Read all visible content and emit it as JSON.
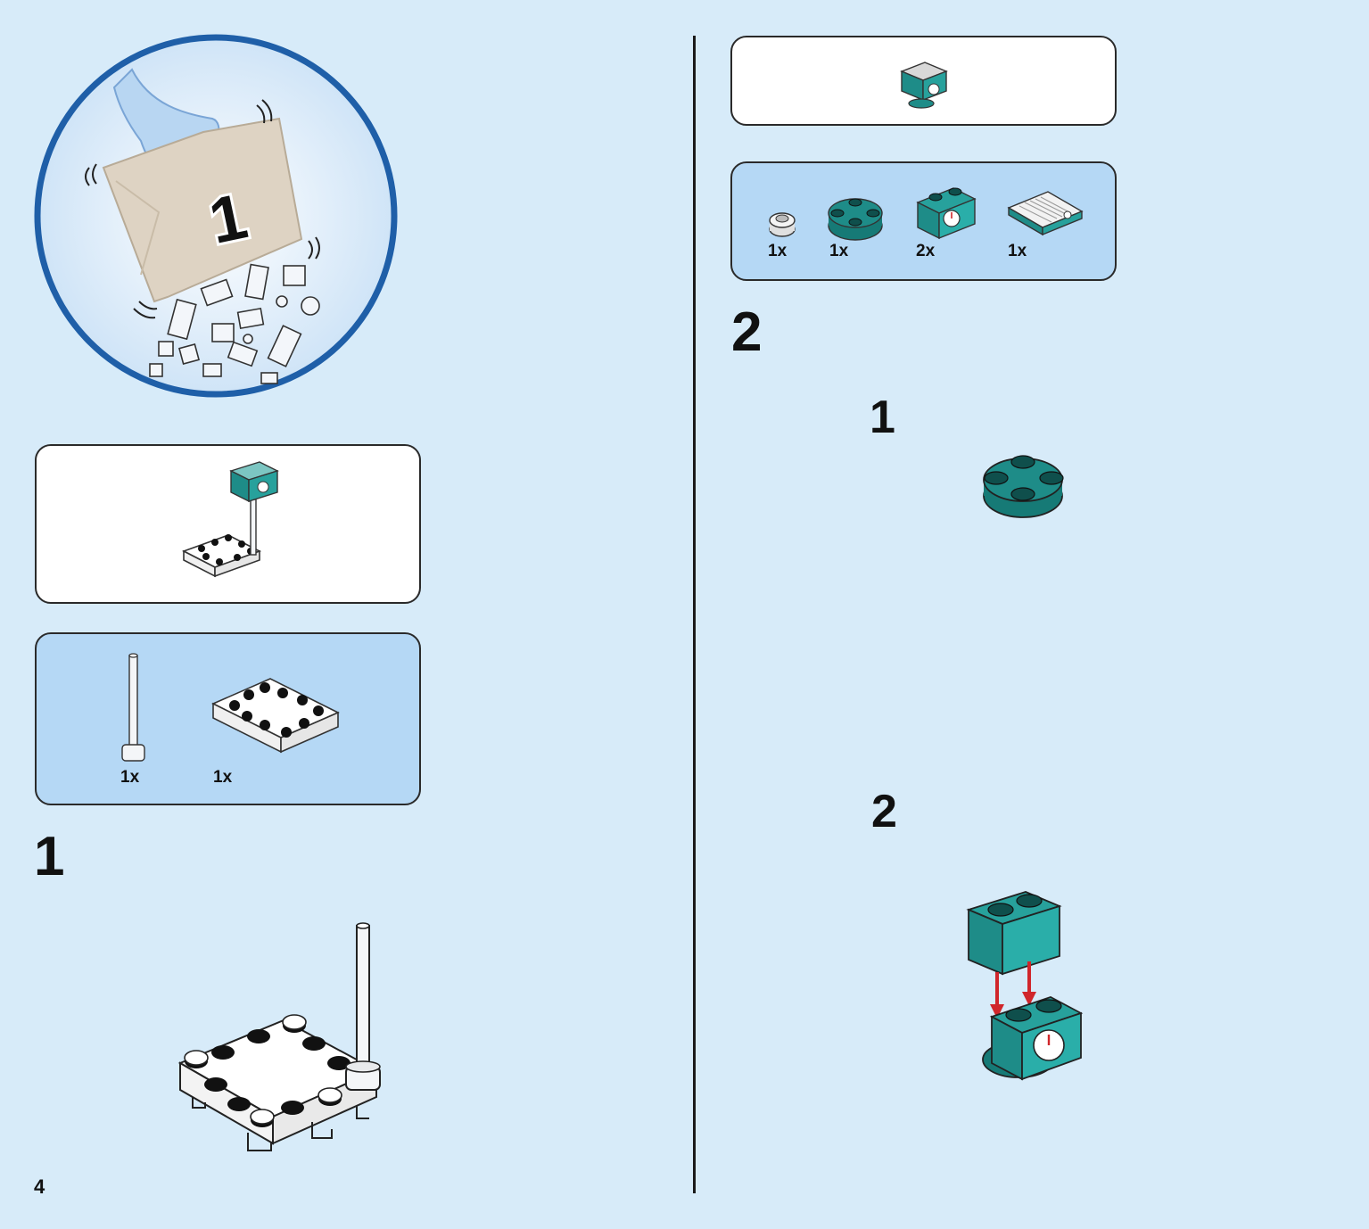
{
  "page": {
    "number": "4"
  },
  "bag": {
    "number": "1"
  },
  "left": {
    "parts": [
      {
        "qty": "1x",
        "icon": "antenna-bar-icon"
      },
      {
        "qty": "1x",
        "icon": "white-plate-base-icon"
      }
    ],
    "step_number": "1"
  },
  "right": {
    "parts": [
      {
        "qty": "1x",
        "icon": "round-stud-icon"
      },
      {
        "qty": "1x",
        "icon": "round-plate-icon"
      },
      {
        "qty": "2x",
        "icon": "clock-brick-icon"
      },
      {
        "qty": "1x",
        "icon": "grille-tile-icon"
      }
    ],
    "step_number": "2",
    "substeps": [
      "1",
      "2"
    ]
  },
  "colors": {
    "background": "#d7ebf9",
    "parts_box": "#b5d8f5",
    "teal": "#1e8c88",
    "bag_ring": "#1f5fa8",
    "arrow_red": "#d0262b"
  }
}
